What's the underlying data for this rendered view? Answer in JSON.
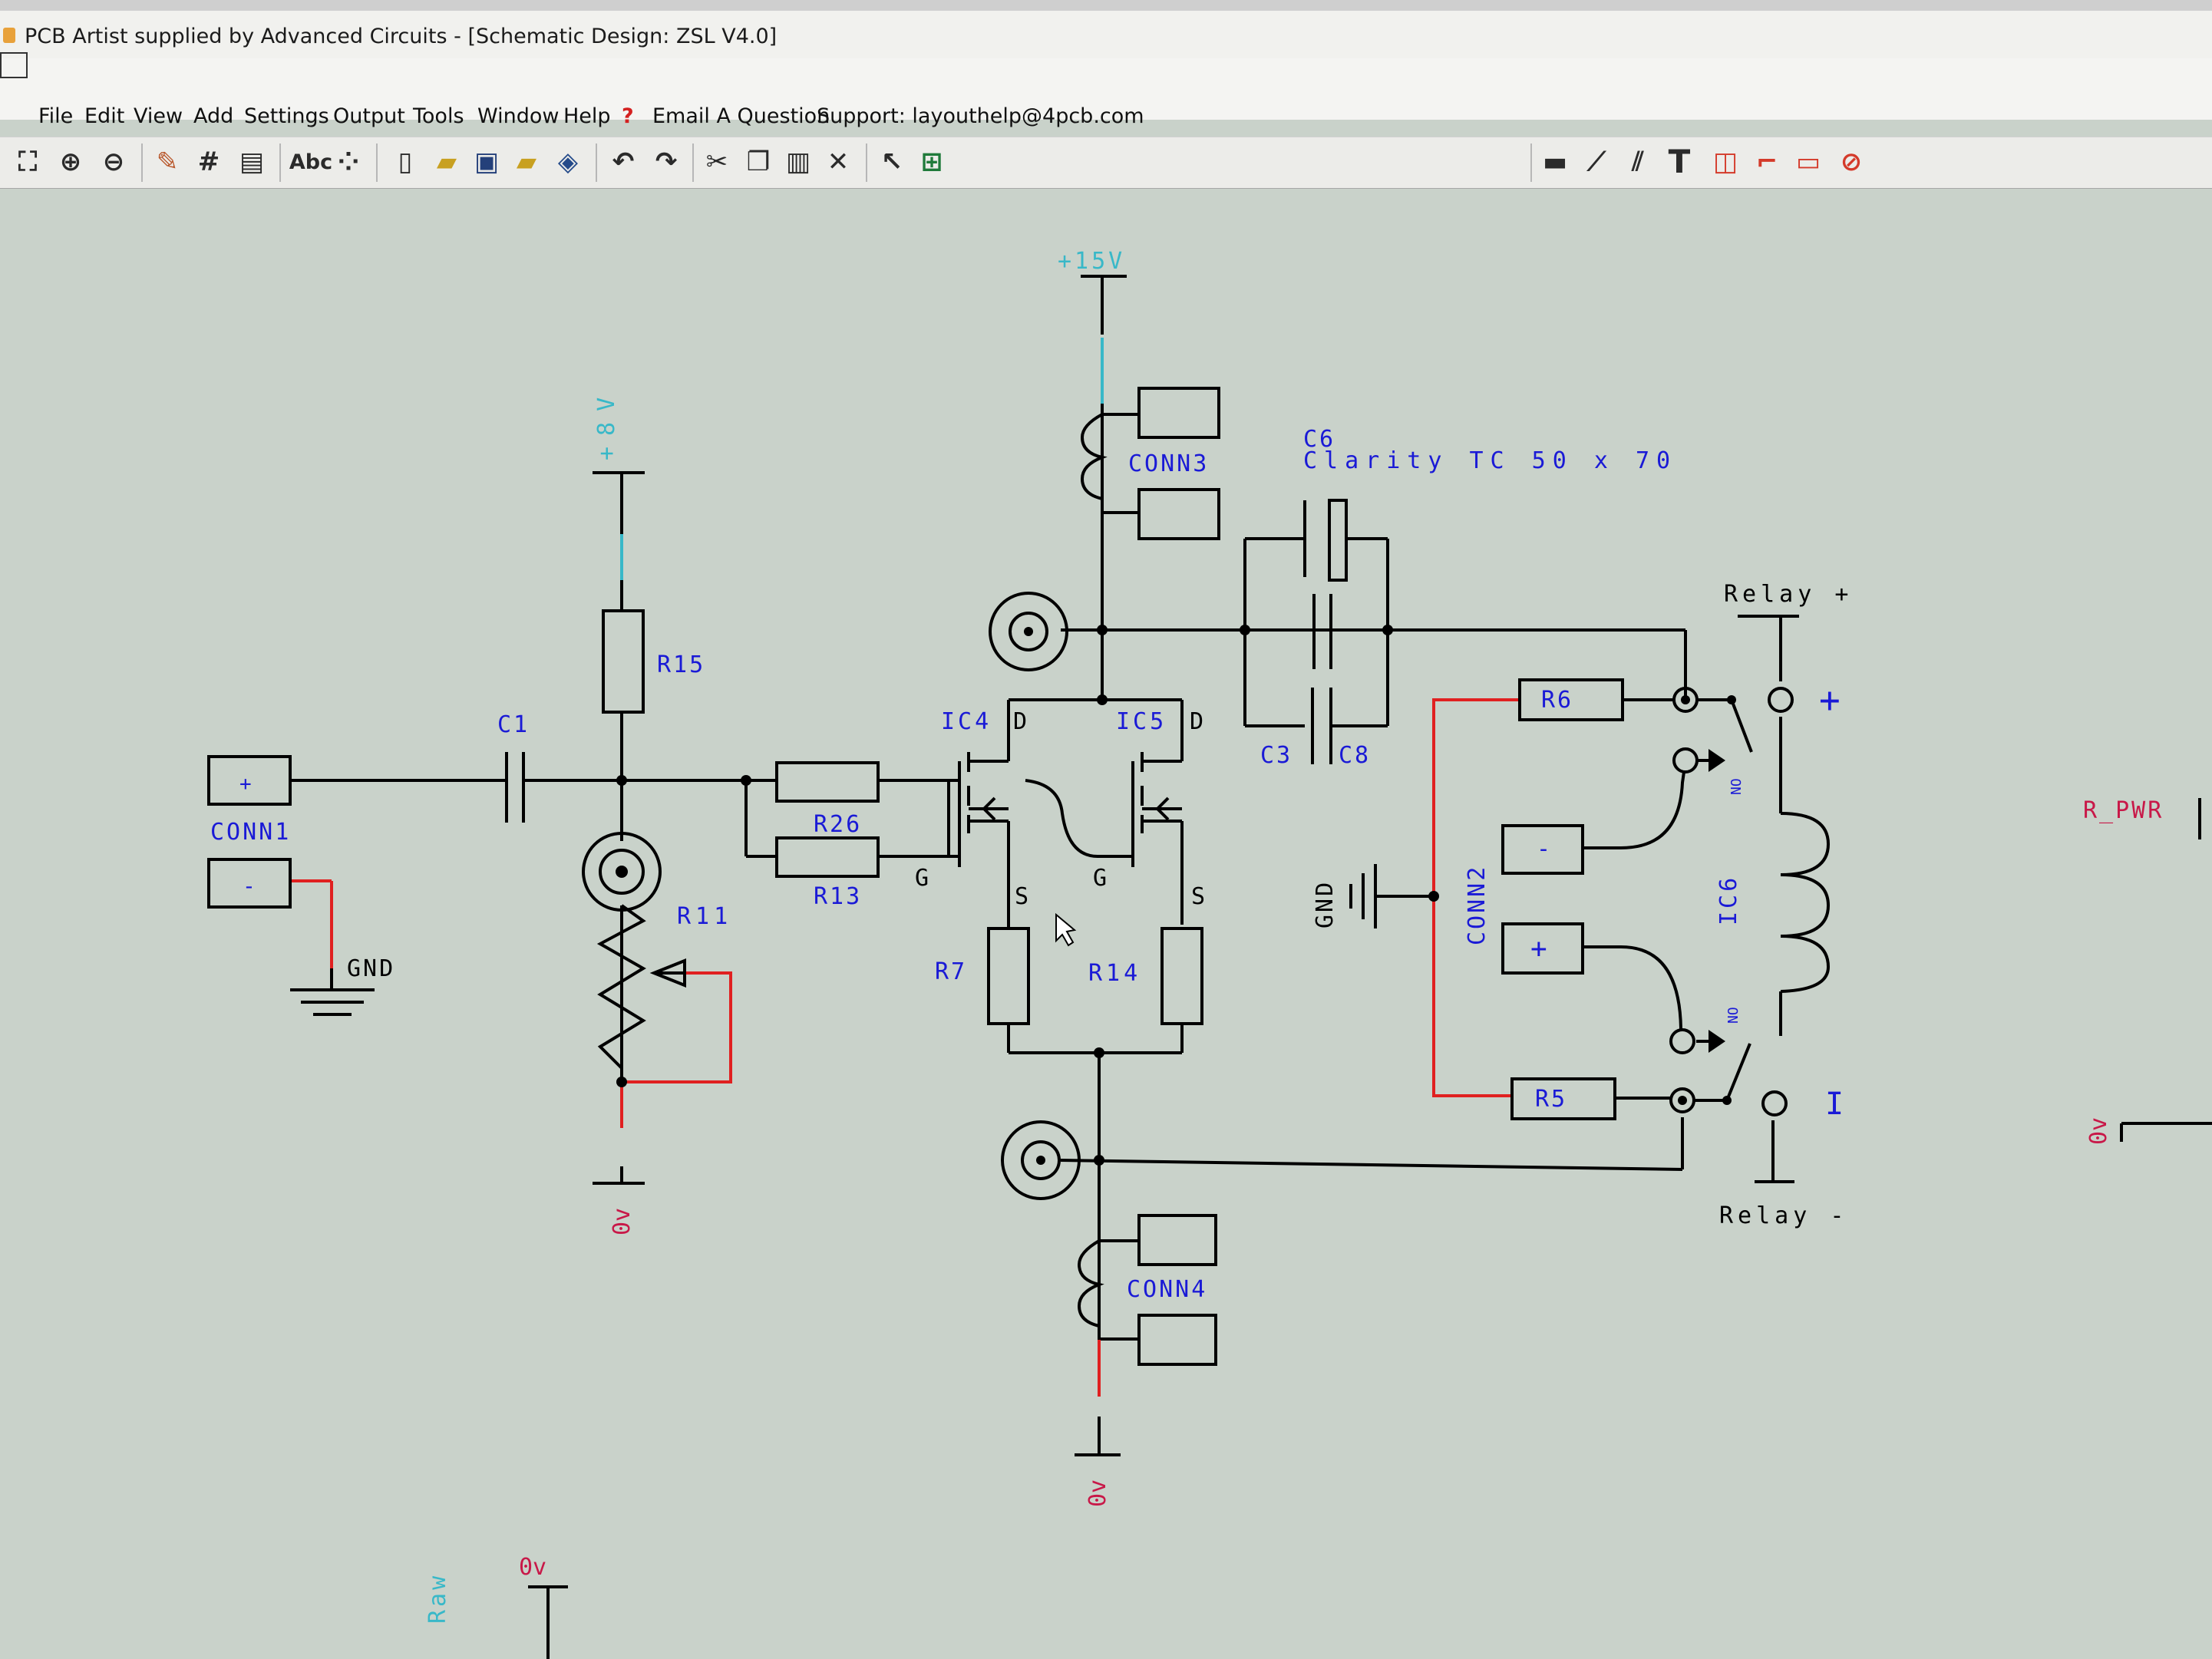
{
  "window": {
    "title": "PCB Artist supplied by Advanced Circuits - [Schematic Design: ZSL V4.0]"
  },
  "menu": {
    "items": [
      "File",
      "Edit",
      "View",
      "Add",
      "Settings",
      "Output",
      "Tools",
      "Window",
      "Help"
    ],
    "email_question": "Email A Question",
    "support": "Support: layouthelp@4pcb.com"
  },
  "toolbar": {
    "left_icons": [
      "zoom-fit-icon",
      "zoom-in-icon",
      "zoom-out-icon",
      "palette-icon",
      "grid-icon",
      "properties-icon",
      "spell-check-icon",
      "snap-grid-icon",
      "new-file-icon",
      "open-folder-icon",
      "save-icon",
      "folder-icon",
      "library-icon",
      "undo-icon",
      "redo-icon",
      "cut-icon",
      "copy-icon",
      "paste-icon",
      "delete-icon",
      "select-pointer-icon",
      "component-icon"
    ],
    "right_icons": [
      "add-component-icon",
      "add-wire-icon",
      "add-bus-icon",
      "add-text-icon",
      "add-port-icon",
      "add-pin-icon",
      "add-shape-icon",
      "stop-icon"
    ]
  },
  "colors": {
    "canvas": "#c9d2ca",
    "wire": "#000000",
    "component_label": "#1a1ad6",
    "net_label": "#c81848",
    "power_label": "#38b8c8",
    "highlight_wire": "#e02020"
  },
  "schematic": {
    "labels": {
      "v15": "+15V",
      "v8": "+8V",
      "conn1": "CONN1",
      "conn1_plus": "+",
      "conn1_minus": "-",
      "gnd": "GND",
      "gnd2": "GND",
      "c1": "C1",
      "r15": "R15",
      "r11": "R11",
      "r26": "R26",
      "r13": "R13",
      "ic4": "IC4",
      "ic5": "IC5",
      "d1": "D",
      "d2": "D",
      "g1": "G",
      "g2": "G",
      "s1": "S",
      "s2": "S",
      "r7": "R7",
      "r14": "R14",
      "conn3": "CONN3",
      "conn4": "CONN4",
      "c6": "C6",
      "c6_value": "Clarity TC 50 x 70",
      "c3": "C3",
      "c8": "C8",
      "r6": "R6",
      "r5": "R5",
      "conn2": "CONN2",
      "conn2_minus": "-",
      "conn2_plus": "+",
      "ic6": "IC6",
      "no1": "NO",
      "no2": "NO",
      "relay_plus": "Relay +",
      "relay_minus": "Relay -",
      "relay_plus_mark": "+",
      "relay_minus_mark": "I",
      "r_pwr": "R_PWR",
      "ov1": "0v",
      "ov2": "0v",
      "ov3": "0v",
      "ov4": "0v",
      "raw": "Raw"
    }
  }
}
